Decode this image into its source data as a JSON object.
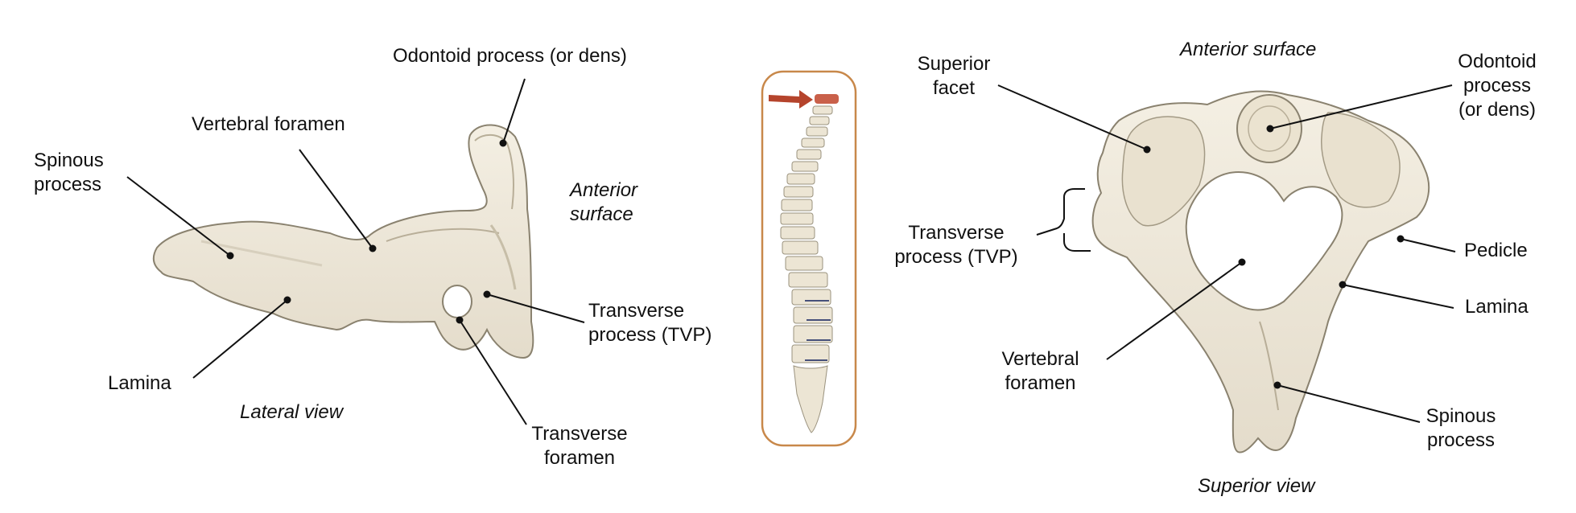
{
  "lateral": {
    "dens": "Odontoid process (or dens)",
    "vertebral_foramen": "Vertebral foramen",
    "spinous": [
      "Spinous",
      "process"
    ],
    "anterior_surface": [
      "Anterior",
      "surface"
    ],
    "transverse_process": [
      "Transverse",
      "process (TVP)"
    ],
    "lamina": "Lamina",
    "view": "Lateral view",
    "transverse_foramen": [
      "Transverse",
      "foramen"
    ]
  },
  "superior": {
    "superior_facet": [
      "Superior",
      "facet"
    ],
    "anterior_surface": "Anterior surface",
    "dens": [
      "Odontoid",
      "process",
      "(or dens)"
    ],
    "transverse_process": [
      "Transverse",
      "process (TVP)"
    ],
    "pedicle": "Pedicle",
    "lamina": "Lamina",
    "vertebral_foramen": [
      "Vertebral",
      "foramen"
    ],
    "spinous": [
      "Spinous",
      "process"
    ],
    "view": "Superior view"
  },
  "colors": {
    "bone": "#f1ebdd",
    "bone_shade": "#cfc6b2",
    "bone_outline": "#8a826f",
    "spine_box": "#c8884a",
    "arrow": "#b5442c",
    "disc": "#46507a"
  }
}
